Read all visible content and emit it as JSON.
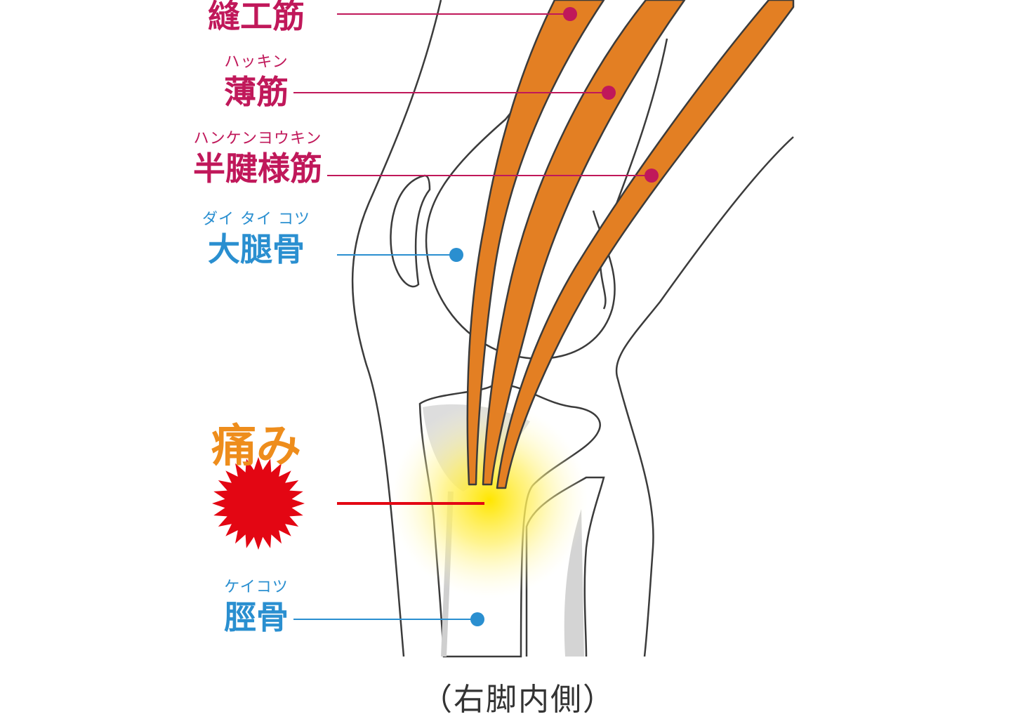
{
  "labels": {
    "sartorius": {
      "name": "縫工筋"
    },
    "gracilis": {
      "ruby": "ハッキン",
      "name": "薄筋"
    },
    "semitendinosus": {
      "ruby": "ハンケンヨウキン",
      "name": "半腱様筋"
    },
    "femur": {
      "ruby": "ダイ タイ コツ",
      "name": "大腿骨"
    },
    "pain": {
      "name": "痛み"
    },
    "tibia": {
      "ruby": "ケイコツ",
      "name": "脛骨"
    }
  },
  "caption": "（右脚内側）",
  "colors": {
    "muscle": "#e37f23",
    "muscle_label": "#c0185a",
    "bone_label": "#2a8fd0",
    "pain_text": "#ee8d1c",
    "pain_burst": "#e30613",
    "glow": "#ffe600",
    "outline": "#3b3b3b",
    "bone_shade": "#cfcfcf"
  }
}
